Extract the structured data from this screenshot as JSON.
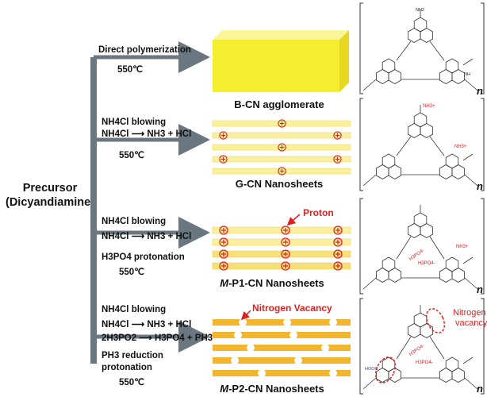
{
  "precursor": {
    "line1": "Precursor",
    "line2": "(Dicyandiamine)"
  },
  "colors": {
    "arrow": "#6b7780",
    "block": "#f5ee30",
    "sheet_light": "#fbf0a0",
    "sheet_mid": "#f7e07a",
    "sheet_dark": "#f3b52c",
    "proton": "#e02020"
  },
  "routes": [
    {
      "lines": [
        "Direct polymerization"
      ],
      "temp": "550℃",
      "title": "B-CN agglomerate"
    },
    {
      "lines": [
        "NH4Cl blowing",
        "NH4Cl ⟶ NH3 + HCl"
      ],
      "temp": "550℃",
      "title": "G-CN Nanosheets"
    },
    {
      "lines": [
        "NH4Cl blowing",
        "NH4Cl ⟶ NH3 + HCl",
        "H3PO4 protonation"
      ],
      "temp": "550℃",
      "title_prefix": "M",
      "title": "-P1-CN Nanosheets"
    },
    {
      "lines": [
        "NH4Cl blowing",
        "NH4Cl ⟶ NH3 + HCl",
        "2H3PO2 ⟶ H3PO4 + PH3",
        "PH3 reduction",
        "protonation"
      ],
      "temp": "550℃",
      "title_prefix": "M",
      "title": "-P2-CN Nanosheets"
    }
  ],
  "callouts": {
    "proton": "Proton",
    "vacancy": "Nitrogen Vacancy",
    "vacancy_line1": "Nitrogen",
    "vacancy_line2": "vacancy"
  },
  "structure": {
    "n": "n",
    "nh2": "NH2",
    "nh": "NH",
    "nh3": "NH3+",
    "h3po4": "H3PO4-",
    "hooc": "HOOC"
  }
}
